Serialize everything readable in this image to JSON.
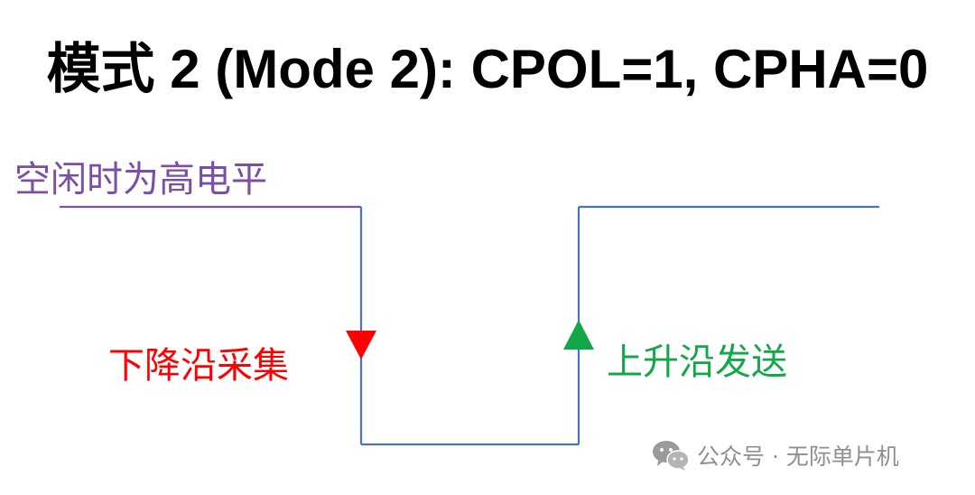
{
  "title": "模式 2 (Mode 2): CPOL=1, CPHA=0",
  "labels": {
    "idle_high": "空闲时为高电平",
    "falling_sample": "下降沿采集",
    "rising_send": "上升沿发送"
  },
  "watermark": {
    "text": "公众号 · 无际单片机",
    "icon": "wechat-icon"
  },
  "colors": {
    "idle_line": "#7b4fa6",
    "signal_line": "#4a72c4",
    "falling_arrow": "#ff0000",
    "rising_arrow": "#12a84a",
    "watermark": "#8f8f8f"
  }
}
